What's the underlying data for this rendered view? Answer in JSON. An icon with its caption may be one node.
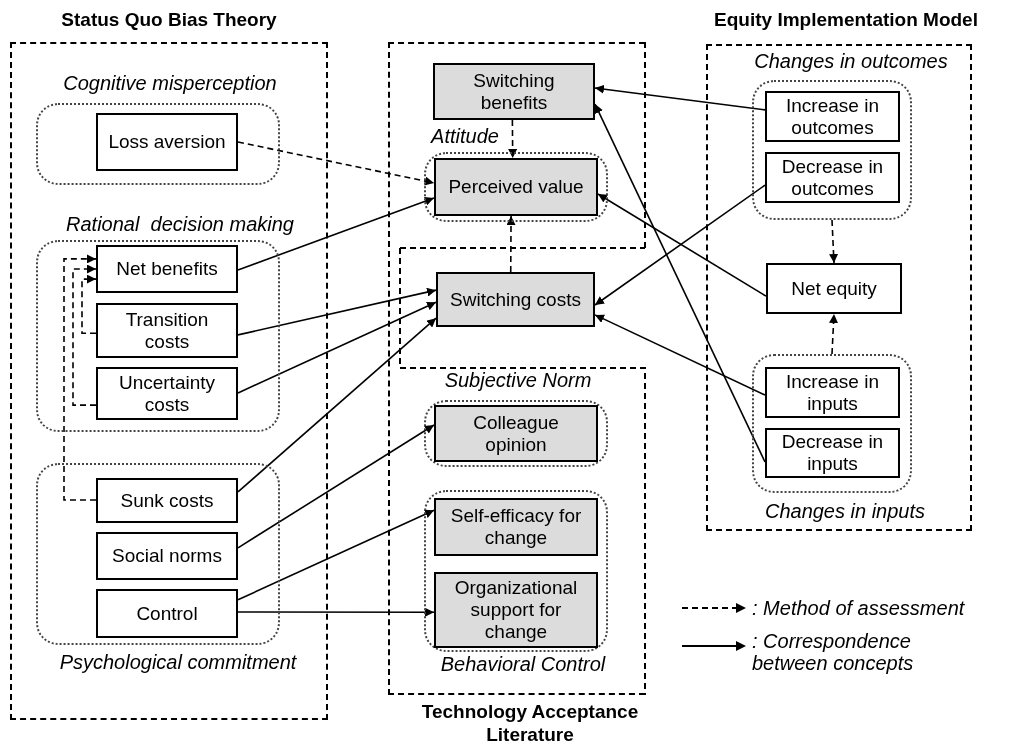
{
  "diagram": {
    "nodes": [
      {
        "text": [
          "Status Quo Bias Theory"
        ]
      },
      {
        "text": [
          "Cognitive misperception"
        ],
        "in": 0
      },
      {
        "text": [
          "Loss aversion"
        ],
        "in": 1
      },
      {
        "text": [
          "Rational  decision making"
        ],
        "in": 0
      },
      {
        "text": [
          "Net benefits"
        ],
        "in": 3
      },
      {
        "text": [
          "Transition costs"
        ],
        "in": 3
      },
      {
        "text": [
          "Uncertainty costs"
        ],
        "in": 3
      },
      {
        "text": [
          "Psychological commitment"
        ],
        "in": 0
      },
      {
        "text": [
          "Sunk costs"
        ],
        "in": 7
      },
      {
        "text": [
          "Social norms"
        ],
        "in": 7
      },
      {
        "text": [
          "Control"
        ],
        "in": 7
      },
      {
        "text": [
          "Technology Acceptance Literature"
        ]
      },
      {
        "text": [
          "Switching benefits"
        ],
        "in": 11
      },
      {
        "text": [
          "Attitude"
        ],
        "in": 11
      },
      {
        "text": [
          "Perceived value"
        ],
        "in": 13
      },
      {
        "text": [
          "Switching costs"
        ],
        "in": 11
      },
      {
        "text": [
          "Subjective Norm"
        ],
        "in": 11
      },
      {
        "text": [
          "Colleague opinion"
        ],
        "in": 16
      },
      {
        "text": [
          "Behavioral Control"
        ],
        "in": 11
      },
      {
        "text": [
          "Self-efficacy for change"
        ],
        "in": 18
      },
      {
        "text": [
          "Organizational support for change"
        ],
        "in": 18
      },
      {
        "text": [
          "Equity Implementation Model"
        ]
      },
      {
        "text": [
          "Changes in outcomes"
        ],
        "in": 21
      },
      {
        "text": [
          "Increase in outcomes"
        ],
        "in": 22
      },
      {
        "text": [
          "Decrease in outcomes"
        ],
        "in": 22
      },
      {
        "text": [
          "Net equity"
        ],
        "in": 21
      },
      {
        "text": [
          "Changes in inputs"
        ],
        "in": 21
      },
      {
        "text": [
          "Increase in inputs"
        ],
        "in": 26
      },
      {
        "text": [
          "Decrease in inputs"
        ],
        "in": 26
      }
    ],
    "edges": [
      {
        "from": 2,
        "to": 14,
        "arrow": "to",
        "style": "dashed"
      },
      {
        "from": 4,
        "to": 14,
        "arrow": "to"
      },
      {
        "from": 5,
        "to": 15,
        "arrow": "to"
      },
      {
        "from": 6,
        "to": 15,
        "arrow": "to"
      },
      {
        "from": 8,
        "to": 15,
        "arrow": "to"
      },
      {
        "from": 9,
        "to": 17,
        "arrow": "to"
      },
      {
        "from": 10,
        "to": 19,
        "arrow": "to"
      },
      {
        "from": 10,
        "to": 20,
        "arrow": "to"
      },
      {
        "from": 12,
        "to": 14,
        "arrow": "to",
        "style": "dashed"
      },
      {
        "from": 15,
        "to": 14,
        "arrow": "to",
        "style": "dashed"
      },
      {
        "from": 23,
        "to": 12,
        "arrow": "to"
      },
      {
        "from": 28,
        "to": 12,
        "arrow": "to"
      },
      {
        "from": 24,
        "to": 15,
        "arrow": "to"
      },
      {
        "from": 25,
        "to": 14,
        "arrow": "to"
      },
      {
        "from": 27,
        "to": 15,
        "arrow": "to"
      },
      {
        "from": 22,
        "to": 25,
        "arrow": "to",
        "style": "dashed"
      },
      {
        "from": 26,
        "to": 25,
        "arrow": "to",
        "style": "dashed"
      },
      {
        "from": 5,
        "to": 4,
        "arrow": "to",
        "style": "dashed"
      },
      {
        "from": 6,
        "to": 4,
        "arrow": "to",
        "style": "dashed"
      },
      {
        "from": 8,
        "to": 4,
        "arrow": "to",
        "style": "dashed"
      }
    ],
    "legend": [
      {
        "text": ": Method of assessment"
      },
      {
        "text": ": Correspondence between concepts"
      }
    ]
  }
}
